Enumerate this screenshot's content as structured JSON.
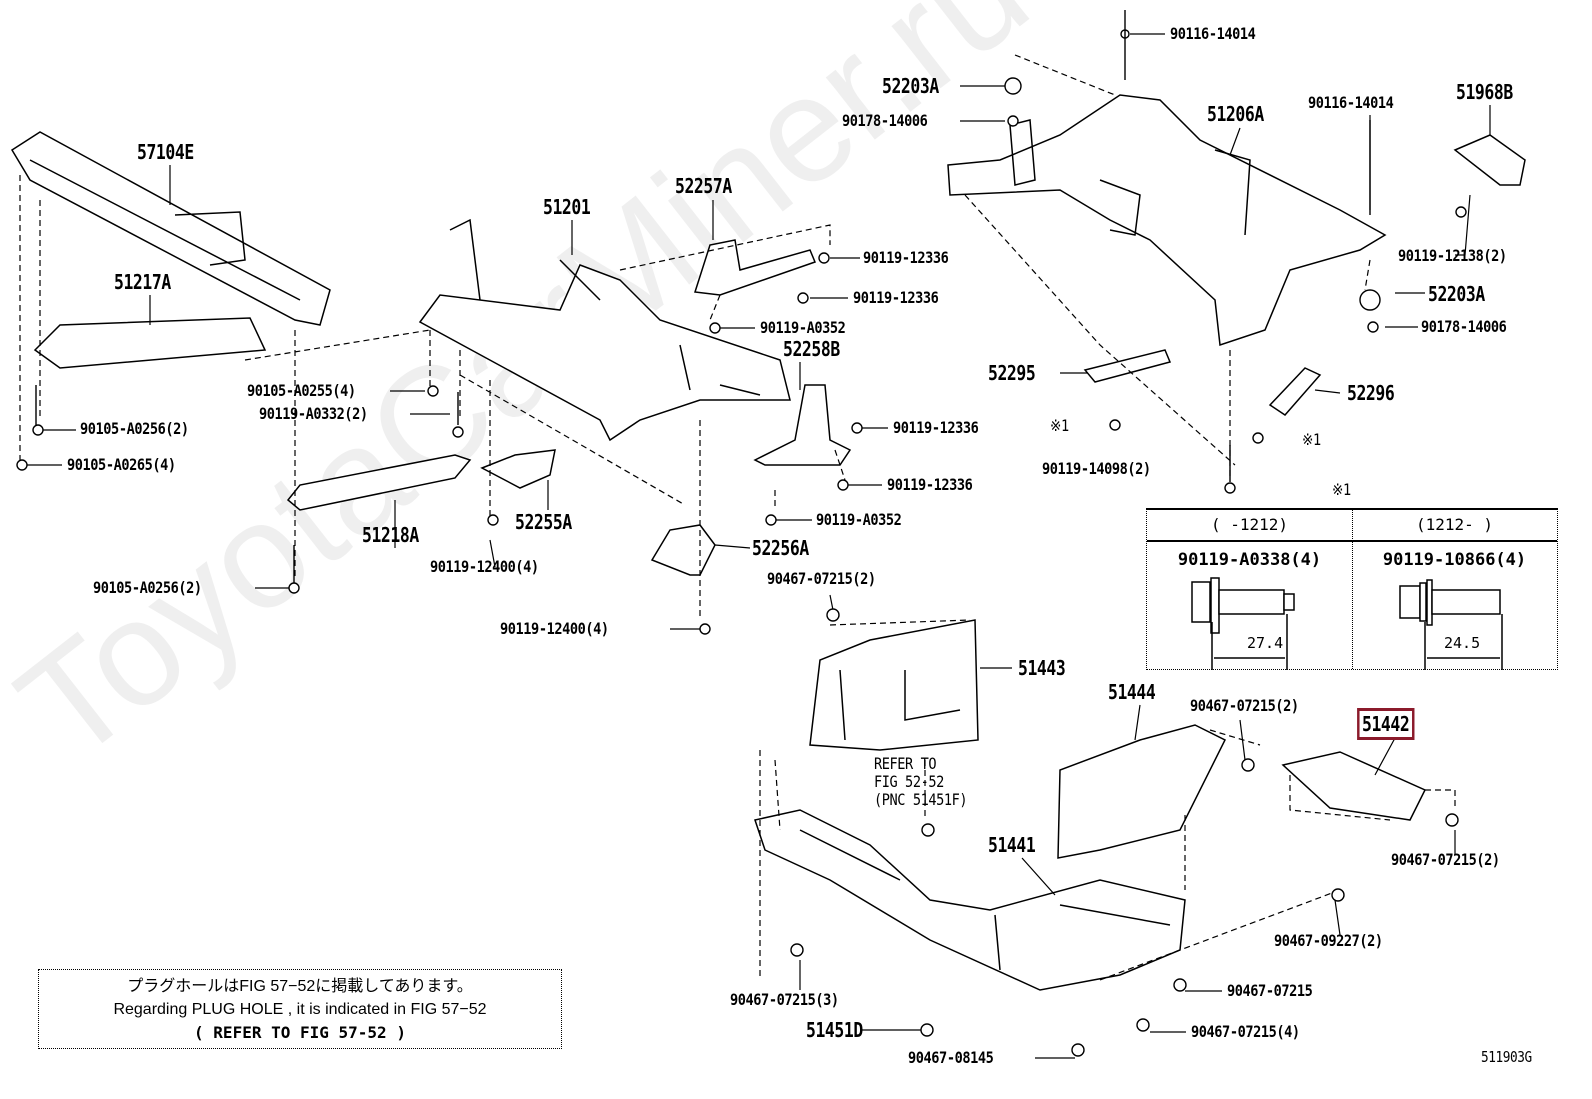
{
  "watermark": "ToyotaCarMiner.ru",
  "diagram_code": "511903G",
  "highlight_color": "#8b1a2b",
  "parts": {
    "p57104E": "57104E",
    "p51217A": "51217A",
    "p51201": "51201",
    "p52257A": "52257A",
    "p52258B": "52258B",
    "p51218A": "51218A",
    "p52255A": "52255A",
    "p52256A": "52256A",
    "p52203A_top": "52203A",
    "p51206A": "51206A",
    "p51968B": "51968B",
    "p52203A_right": "52203A",
    "p52295": "52295",
    "p52296": "52296",
    "p51443": "51443",
    "p51444": "51444",
    "p51442": "51442",
    "p51441": "51441",
    "p51451D": "51451D"
  },
  "fasteners": {
    "f1": "90116-14014",
    "f2": "90178-14006",
    "f3": "90116-14014",
    "f4": "90119-12138(2)",
    "f5": "90178-14006",
    "f6": "90119-12336",
    "f7": "90119-12336",
    "f8": "90119-A0352",
    "f9": "90119-12336",
    "f10": "90119-12336",
    "f11": "90119-A0352",
    "f12": "90105-A0255(4)",
    "f13": "90119-A0332(2)",
    "f14": "90105-A0256(2)",
    "f15": "90105-A0265(4)",
    "f16": "90119-12400(4)",
    "f17": "90105-A0256(2)",
    "f18": "90119-12400(4)",
    "f19": "90467-07215(2)",
    "f20": "90119-14098(2)",
    "f21": "90467-07215(2)",
    "f22": "90467-07215(2)",
    "f23": "90467-09227(2)",
    "f24": "90467-07215",
    "f25": "90467-07215(3)",
    "f26": "90467-07215(4)",
    "f27": "90467-08145"
  },
  "refs": {
    "mark1": "※1",
    "mark2": "※1",
    "mark3": "※1"
  },
  "refer_note": {
    "line1": "REFER TO",
    "line2": "FIG 52-52",
    "line3": "(PNC 51451F)"
  },
  "table": {
    "left": {
      "header": "(      -1212)",
      "part": "90119-A0338(4)",
      "dimension": "27.4"
    },
    "right": {
      "header": "(1212-      )",
      "part": "90119-10866(4)",
      "dimension": "24.5"
    }
  },
  "note": {
    "line1": "プラグホールはFIG 57−52に掲載してあります。",
    "line2": "Regarding  PLUG HOLE , it is indicated in FIG 57−52",
    "line3": "( REFER TO FIG 57-52   )"
  }
}
